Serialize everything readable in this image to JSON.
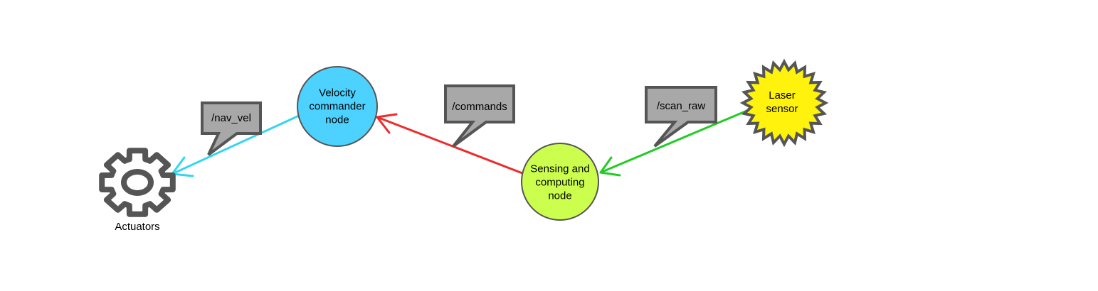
{
  "colors": {
    "velocity_node_fill": "#4dd2ff",
    "sensing_node_fill": "#ccff4d",
    "laser_fill": "#fff20d",
    "callout_fill": "#a8a8a8",
    "stroke_gray": "#555555",
    "arrow_nav_vel": "#33d6ee",
    "arrow_commands": "#ee2a2a",
    "arrow_scan_raw": "#22cc22"
  },
  "nodes": {
    "velocity_commander": {
      "line1": "Velocity",
      "line2": "commander",
      "line3": "node"
    },
    "sensing_computing": {
      "line1": "Sensing and",
      "line2": "computing",
      "line3": "node"
    },
    "laser_sensor": {
      "line1": "Laser",
      "line2": "sensor"
    },
    "actuators": {
      "label": "Actuators",
      "icon": "gear-icon"
    }
  },
  "topics": {
    "nav_vel": "/nav_vel",
    "commands": "/commands",
    "scan_raw": "/scan_raw"
  }
}
